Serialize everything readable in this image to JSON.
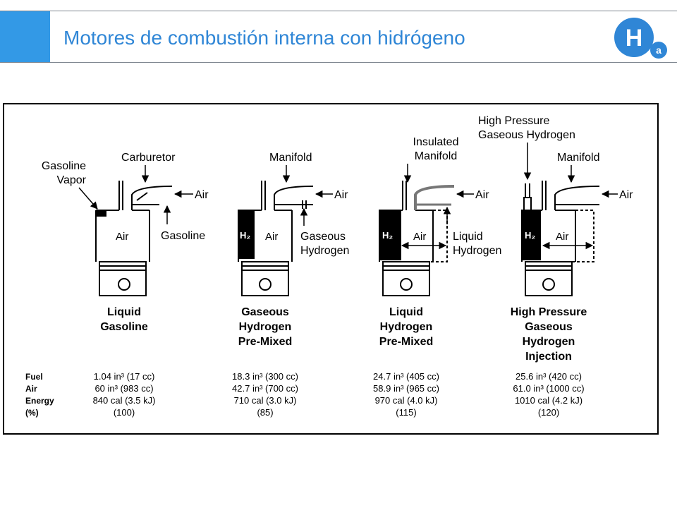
{
  "header": {
    "title": "Motores de combustión interna con hidrógeno",
    "accent_color": "#3399e6",
    "logo": {
      "letter": "H",
      "subscript": "a",
      "color": "#2f86d6"
    }
  },
  "diagram": {
    "row_labels": [
      "Fuel",
      "Air",
      "Energy",
      "(%)"
    ],
    "engines": [
      {
        "caption": [
          "Liquid",
          "Gasoline"
        ],
        "callouts": {
          "top": [
            "Carburetor"
          ],
          "left": [
            "Gasoline",
            "Vapor"
          ],
          "air": "Air",
          "fuel_in": [
            "Gasoline"
          ]
        },
        "chamber": {
          "air": "Air",
          "fuel": ""
        },
        "values": {
          "fuel": "1.04 in³ (17 cc)",
          "air": "60 in³ (983 cc)",
          "energy": "840 cal (3.5 kJ)",
          "percent": "(100)"
        }
      },
      {
        "caption": [
          "Gaseous",
          "Hydrogen",
          "Pre-Mixed"
        ],
        "callouts": {
          "top": [
            "Manifold"
          ],
          "air": "Air",
          "fuel_in": [
            "Gaseous",
            "Hydrogen"
          ]
        },
        "chamber": {
          "air": "Air",
          "fuel": "H₂"
        },
        "values": {
          "fuel": "18.3 in³ (300 cc)",
          "air": "42.7 in³ (700 cc)",
          "energy": "710 cal (3.0 kJ)",
          "percent": "(85)"
        }
      },
      {
        "caption": [
          "Liquid",
          "Hydrogen",
          "Pre-Mixed"
        ],
        "callouts": {
          "top": [
            "Insulated",
            "Manifold"
          ],
          "air": "Air",
          "fuel_in": [
            "Liquid",
            "Hydrogen"
          ]
        },
        "chamber": {
          "air": "Air",
          "fuel": "H₂"
        },
        "values": {
          "fuel": "24.7 in³ (405 cc)",
          "air": "58.9 in³ (965 cc)",
          "energy": "970 cal (4.0 kJ)",
          "percent": "(115)"
        }
      },
      {
        "caption": [
          "High Pressure",
          "Gaseous",
          "Hydrogen",
          "Injection"
        ],
        "callouts": {
          "top": [
            "Manifold"
          ],
          "injector": [
            "High Pressure",
            "Gaseous Hydrogen"
          ],
          "air": "Air"
        },
        "chamber": {
          "air": "Air",
          "fuel": "H₂"
        },
        "values": {
          "fuel": "25.6 in³ (420 cc)",
          "air": "61.0 in³ (1000 cc)",
          "energy": "1010 cal (4.2 kJ)",
          "percent": "(120)"
        }
      }
    ]
  }
}
